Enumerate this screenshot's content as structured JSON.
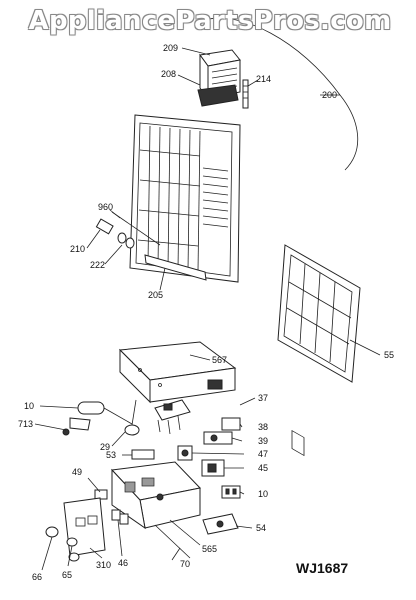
{
  "watermark": "AppliancePartsPros.com",
  "diagram_code": "WJ1687",
  "callouts": [
    "209",
    "208",
    "214",
    "200",
    "960",
    "210",
    "222",
    "205",
    "55",
    "567",
    "10",
    "713",
    "37",
    "29",
    "38",
    "39",
    "53",
    "47",
    "45",
    "49",
    "10",
    "54",
    "66",
    "65",
    "310",
    "46",
    "70",
    "565"
  ]
}
